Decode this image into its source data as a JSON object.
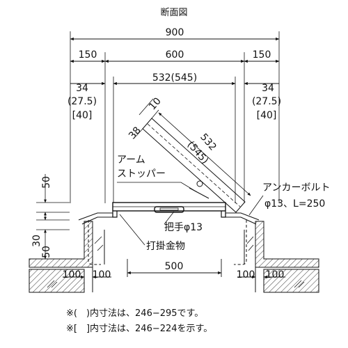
{
  "title": "断面図",
  "dims": {
    "overall": "900",
    "left_flange": "150",
    "opening": "600",
    "right_flange": "150",
    "inner": "532(545)",
    "left_a": "34",
    "left_b": "(27.5)",
    "left_c": "[40]",
    "right_a": "34",
    "right_b": "(27.5)",
    "right_c": "[40]",
    "lid_thickness": "10",
    "lid_38": "38",
    "lid_532": "532",
    "lid_545": "(545)",
    "left_50_top": "50",
    "left_30": "30",
    "left_50_bottom": "50",
    "bottom_left_100a": "100",
    "bottom_left_100b": "100",
    "bottom_center": "500",
    "bottom_right_100a": "100",
    "bottom_right_100b": "100"
  },
  "labels": {
    "arm_stopper_1": "アーム",
    "arm_stopper_2": "ストッパー",
    "anchor_1": "アンカーボルト",
    "anchor_2": "φ13、L=250",
    "handle": "把手φ13",
    "hook": "打掛金物"
  },
  "notes": {
    "note1": "※(　)内寸法は、246−295です。",
    "note2": "※[　]内寸法は、246−224を示す。"
  }
}
